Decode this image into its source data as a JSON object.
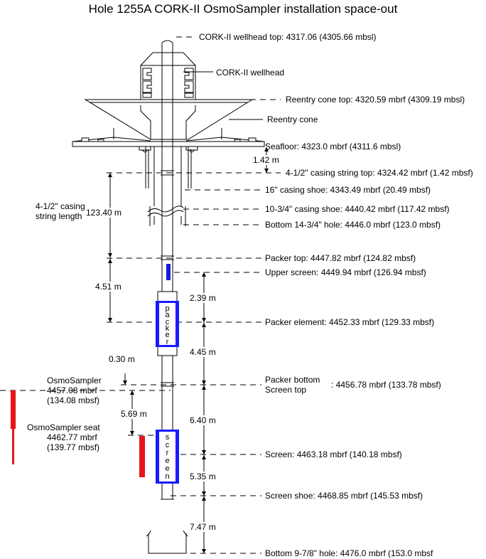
{
  "title": "Hole 1255A CORK-II OsmoSampler installation space-out",
  "labels": {
    "wellhead_top": "CORK-II wellhead top: 4317.06 (4305.66 mbsl)",
    "wellhead": "CORK-II wellhead",
    "cone_top": "Reentry cone top: 4320.59 mbrf (4309.19 mbsl)",
    "cone": "Reentry cone",
    "seafloor": "Seafloor: 4323.0 mbrf (4311.6 mbsl)",
    "casing_string_top": "4-1/2\" casing string top: 4324.42 mbrf (1.42 mbsf)",
    "casing_shoe_16": "16\" casing shoe: 4343.49 mbrf (20.49 mbsf)",
    "casing_shoe_10": "10-3/4\" casing shoe: 4440.42 mbrf (117.42 mbsf)",
    "bottom_14": "Bottom 14-3/4\" hole: 4446.0 mbrf (123.0 mbsf)",
    "packer_top": "Packer top: 4447.82 mbrf (124.82 mbsf)",
    "upper_screen": "Upper screen: 4449.94 mbrf (126.94 mbsf)",
    "packer_element": "Packer element: 4452.33 mbrf (129.33 mbsf)",
    "packer_bottom_1": "Packer bottom",
    "packer_bottom_2": "Screen top",
    "packer_bottom_value": ": 4456.78 mbrf (133.78 mbsf)",
    "screen": "Screen: 4463.18 mbrf (140.18 mbsf)",
    "screen_shoe": "Screen shoe: 4468.85 mbrf (145.53 mbsf)",
    "bottom_9": "Bottom 9-7/8\" hole: 4476.0 mbrf (153.0 mbsf",
    "casing_length_1": "4-1/2\" casing",
    "casing_length_2": "string length",
    "osmo_1": "OsmoSampler",
    "osmo_2": "4457.08 mbrf",
    "osmo_3": "(134.08 mbsf)",
    "seat_1": "OsmoSampler seat",
    "seat_2": "4462.77 mbrf",
    "seat_3": "(139.77 mbsf)"
  },
  "dimensions": {
    "d_1_42": "1.42 m",
    "d_123_40": "123.40 m",
    "d_4_51": "4.51 m",
    "d_2_39": "2.39 m",
    "d_4_45": "4.45 m",
    "d_0_30": "0.30 m",
    "d_5_69": "5.69 m",
    "d_6_40": "6.40 m",
    "d_5_35": "5.35 m",
    "d_7_47": "7.47 m"
  },
  "packer_letters": [
    "p",
    "a",
    "c",
    "k",
    "e",
    "r"
  ],
  "screen_letters": [
    "s",
    "c",
    "r",
    "e",
    "e",
    "n"
  ],
  "colors": {
    "packer": "#1a1aff",
    "osmosampler": "#e8141b",
    "upper_screen": "#1a1ad9",
    "line": "#000000"
  }
}
